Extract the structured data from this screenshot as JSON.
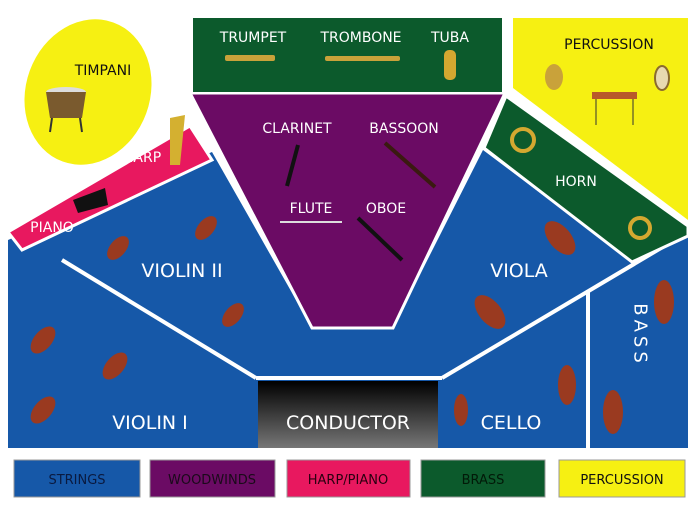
{
  "colors": {
    "strings": "#1658a8",
    "woodwinds": "#6b0b64",
    "harp_piano": "#e8185f",
    "brass": "#0c5a2c",
    "percussion": "#f6f012",
    "conductor": "#111111"
  },
  "sections": {
    "timpani": "TIMPANI",
    "trumpet": "TRUMPET",
    "trombone": "TROMBONE",
    "tuba": "TUBA",
    "percussion": "PERCUSSION",
    "clarinet": "CLARINET",
    "bassoon": "BASSOON",
    "flute": "FLUTE",
    "oboe": "OBOE",
    "harp": "HARP",
    "piano": "PIANO",
    "horn": "HORN",
    "violin2": "VIOLIN II",
    "viola": "VIOLA",
    "violin1": "VIOLIN I",
    "conductor": "CONDUCTOR",
    "cello": "CELLO",
    "bass": "BASS"
  },
  "legend": [
    {
      "label": "STRINGS",
      "color": "#1658a8"
    },
    {
      "label": "WOODWINDS",
      "color": "#6b0b64"
    },
    {
      "label": "HARP/PIANO",
      "color": "#e8185f"
    },
    {
      "label": "BRASS",
      "color": "#0c5a2c"
    },
    {
      "label": "PERCUSSION",
      "color": "#f6f012"
    }
  ]
}
